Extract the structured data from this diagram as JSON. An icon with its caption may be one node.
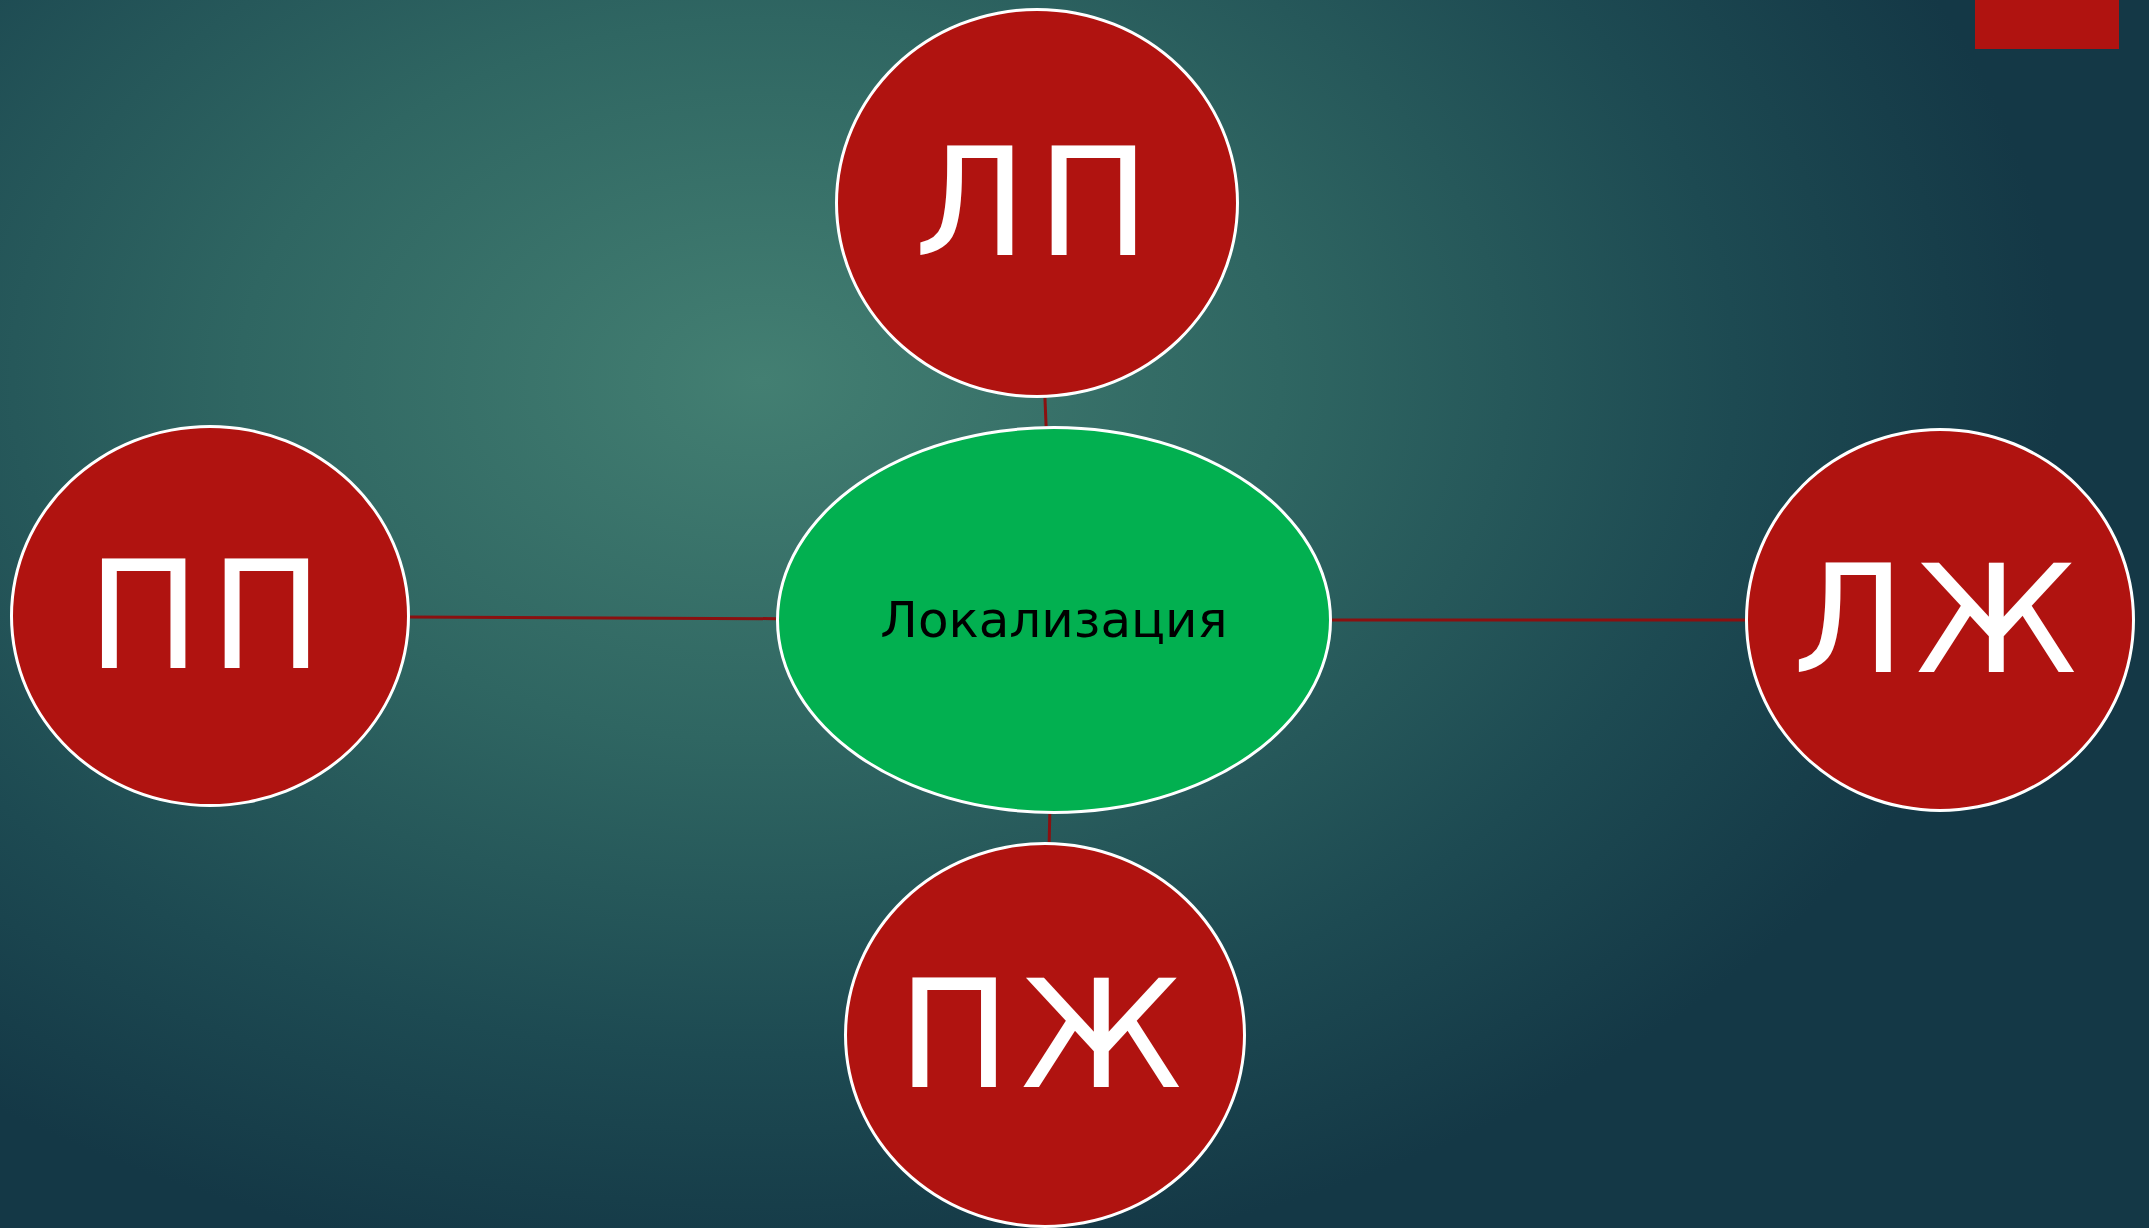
{
  "diagram": {
    "nodes": [
      {
        "text": [
          "ЛП"
        ]
      },
      {
        "text": [
          "ПП"
        ]
      },
      {
        "text": [
          "Локализация"
        ]
      },
      {
        "text": [
          "ЛЖ"
        ]
      },
      {
        "text": [
          "ПЖ"
        ]
      }
    ],
    "edges": [
      {
        "from": 2,
        "to": 0,
        "arrow": "none"
      },
      {
        "from": 2,
        "to": 1,
        "arrow": "none"
      },
      {
        "from": 2,
        "to": 3,
        "arrow": "none"
      },
      {
        "from": 2,
        "to": 4,
        "arrow": "none"
      }
    ]
  }
}
